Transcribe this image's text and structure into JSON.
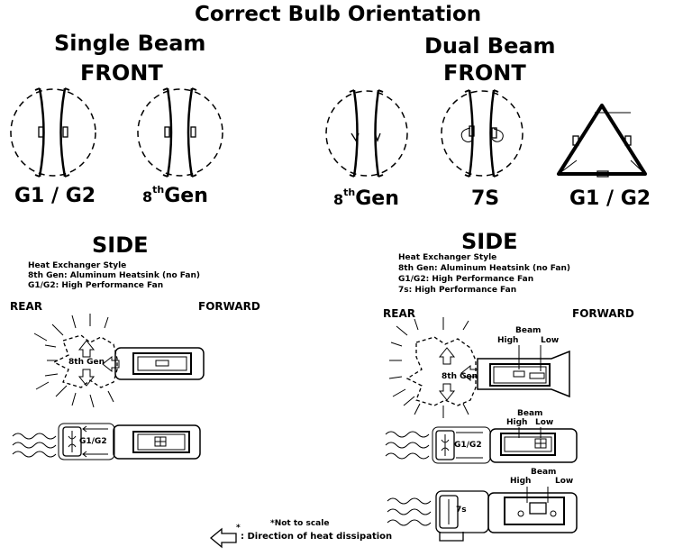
{
  "title": "Correct Bulb Orientation",
  "single": {
    "heading": "Single Beam",
    "front": "FRONT",
    "g1g2": "G1 / G2",
    "gen8_num": "8",
    "gen8_sup": "th",
    "gen8_word": "Gen",
    "side": "SIDE",
    "info": [
      "Heat Exchanger Style",
      "8th Gen: Aluminum Heatsink (no Fan)",
      "G1/G2: High  Performance Fan"
    ],
    "rear": "REAR",
    "forward": "FORWARD",
    "label_8th": "8th Gen",
    "label_g1g2": "G1/G2"
  },
  "dual": {
    "heading": "Dual Beam",
    "front": "FRONT",
    "gen8_num": "8",
    "gen8_sup": "th",
    "gen8_word": "Gen",
    "s7": "7S",
    "g1g2": "G1 / G2",
    "side": "SIDE",
    "info": [
      "Heat Exchanger Style",
      "8th Gen: Aluminum Heatsink (no Fan)",
      "G1/G2: High  Performance Fan",
      "7s: High Performance Fan"
    ],
    "rear": "REAR",
    "forward": "FORWARD",
    "label_8th": "8th Gen",
    "label_g1g2": "G1/G2",
    "label_7s": "7s",
    "beam": "Beam",
    "high": "High",
    "low": "Low"
  },
  "footer": {
    "star": "*",
    "not_to_scale": "*Not to scale",
    "direction": ": Direction of heat dissipation"
  }
}
